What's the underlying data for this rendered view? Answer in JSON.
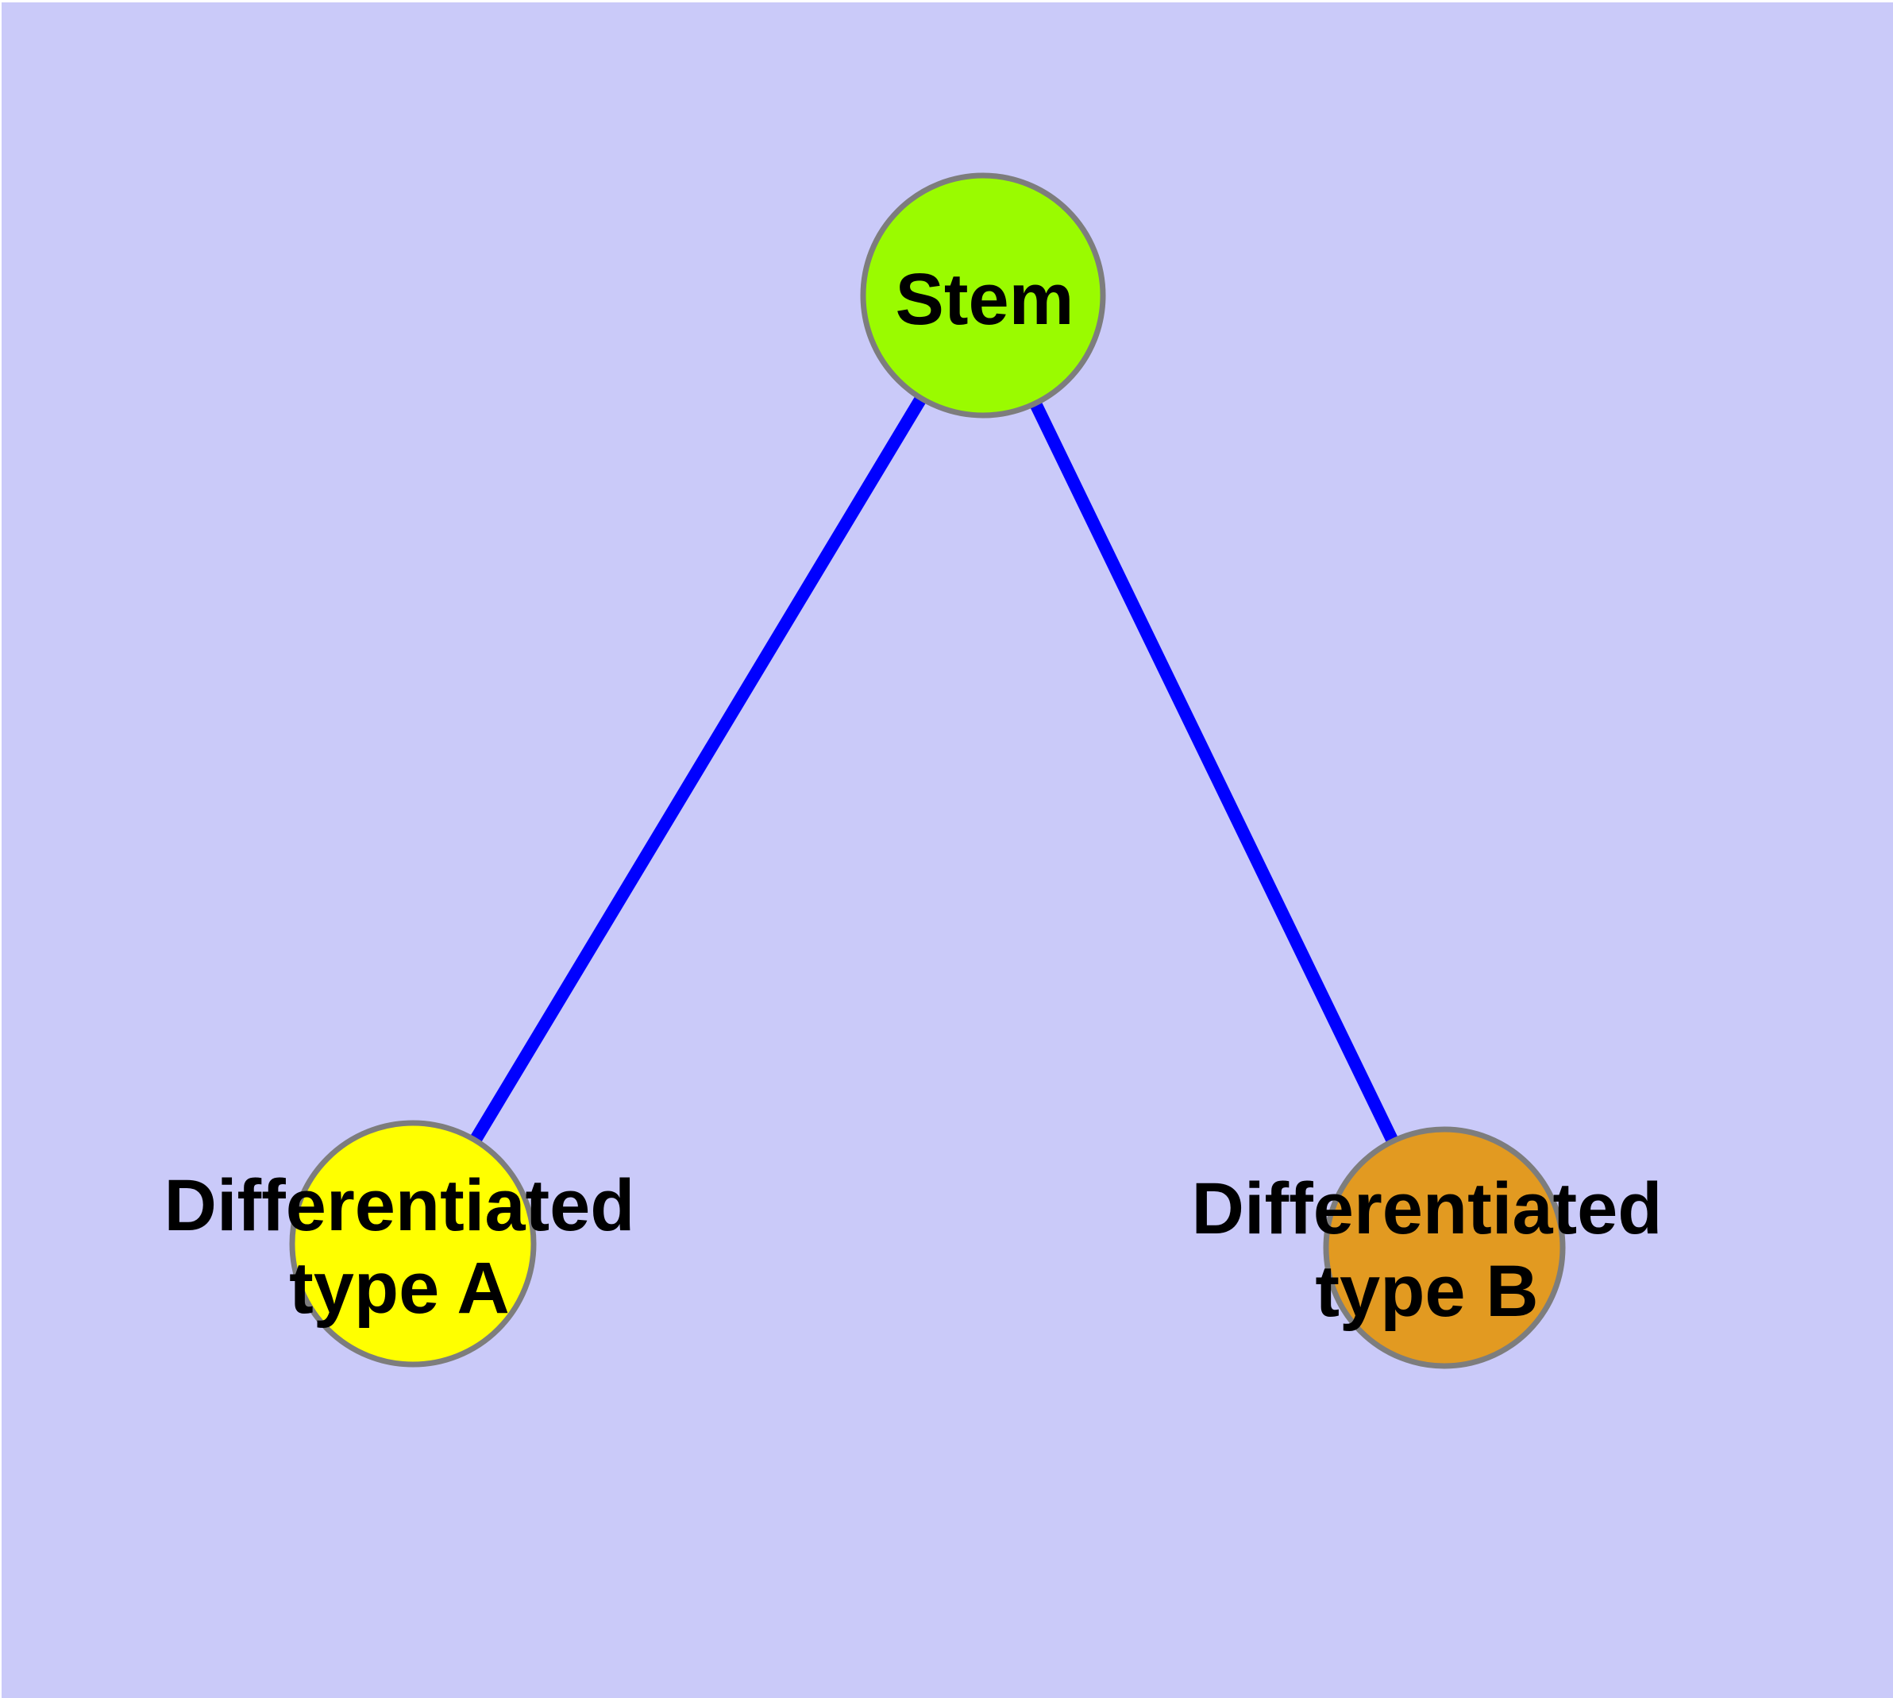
{
  "canvas": {
    "background": "#CACAF9",
    "frame_color": "#FFFFFF"
  },
  "graph": {
    "edge_color": "#0000FF",
    "border_color": "#7D7D7D",
    "text_color": "#000000",
    "nodes": [
      {
        "id": "stem",
        "label": "Stem",
        "fill": "#9AFB00"
      },
      {
        "id": "type-a",
        "label": "Differentiated type A",
        "label_line1": "Differentiated",
        "label_line2": "type A",
        "fill": "#FFFF00"
      },
      {
        "id": "type-b",
        "label": "Differentiated type B",
        "label_line1": "Differentiated",
        "label_line2": "type B",
        "fill": "#E29A21"
      }
    ],
    "edges": [
      {
        "from": "Stem",
        "to": "Differentiated type A"
      },
      {
        "from": "Stem",
        "to": "Differentiated type B"
      }
    ]
  }
}
